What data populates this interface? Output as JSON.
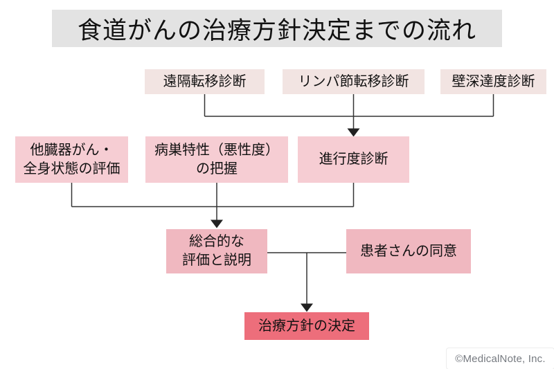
{
  "title": {
    "text": "食道がんの治療方針決定までの流れ",
    "bg_color": "#e3e3e3"
  },
  "colors": {
    "stage1_box_bg": "#f2e4e2",
    "stage2_box_bg": "#f6cdd3",
    "stage3_box_bg": "#f0b8c0",
    "decision_box_bg": "#ed6e7b",
    "connector_line": "#333333",
    "title_bg": "#e3e3e3",
    "copyright_text": "#75797f"
  },
  "flowchart": {
    "boxes": {
      "distant": {
        "label": "遠隔転移診断"
      },
      "lymph": {
        "label": "リンパ節転移診断"
      },
      "wall": {
        "label": "壁深達度診断"
      },
      "other_organ": {
        "line1": "他臓器がん・",
        "line2": "全身状態の評価"
      },
      "lesion": {
        "line1": "病巣特性（悪性度）",
        "line2": "の把握"
      },
      "progression": {
        "label": "進行度診断"
      },
      "comprehensive": {
        "line1": "総合的な",
        "line2": "評価と説明"
      },
      "consent": {
        "label": "患者さんの同意"
      },
      "decision": {
        "label": "治療方針の決定"
      }
    },
    "connections": [
      {
        "from": "遠隔転移診断・リンパ節転移診断・壁深達度診断",
        "to": "進行度診断",
        "type": "merge-arrow"
      },
      {
        "from": "他臓器がん・全身状態の評価／病巣特性（悪性度）の把握／進行度診断",
        "to": "総合的な評価と説明",
        "type": "merge-arrow"
      },
      {
        "from": "総合的な評価と説明・患者さんの同意",
        "to": "治療方針の決定",
        "type": "merge-arrow"
      }
    ]
  },
  "footer": {
    "copyright": "©MedicalNote, Inc."
  }
}
